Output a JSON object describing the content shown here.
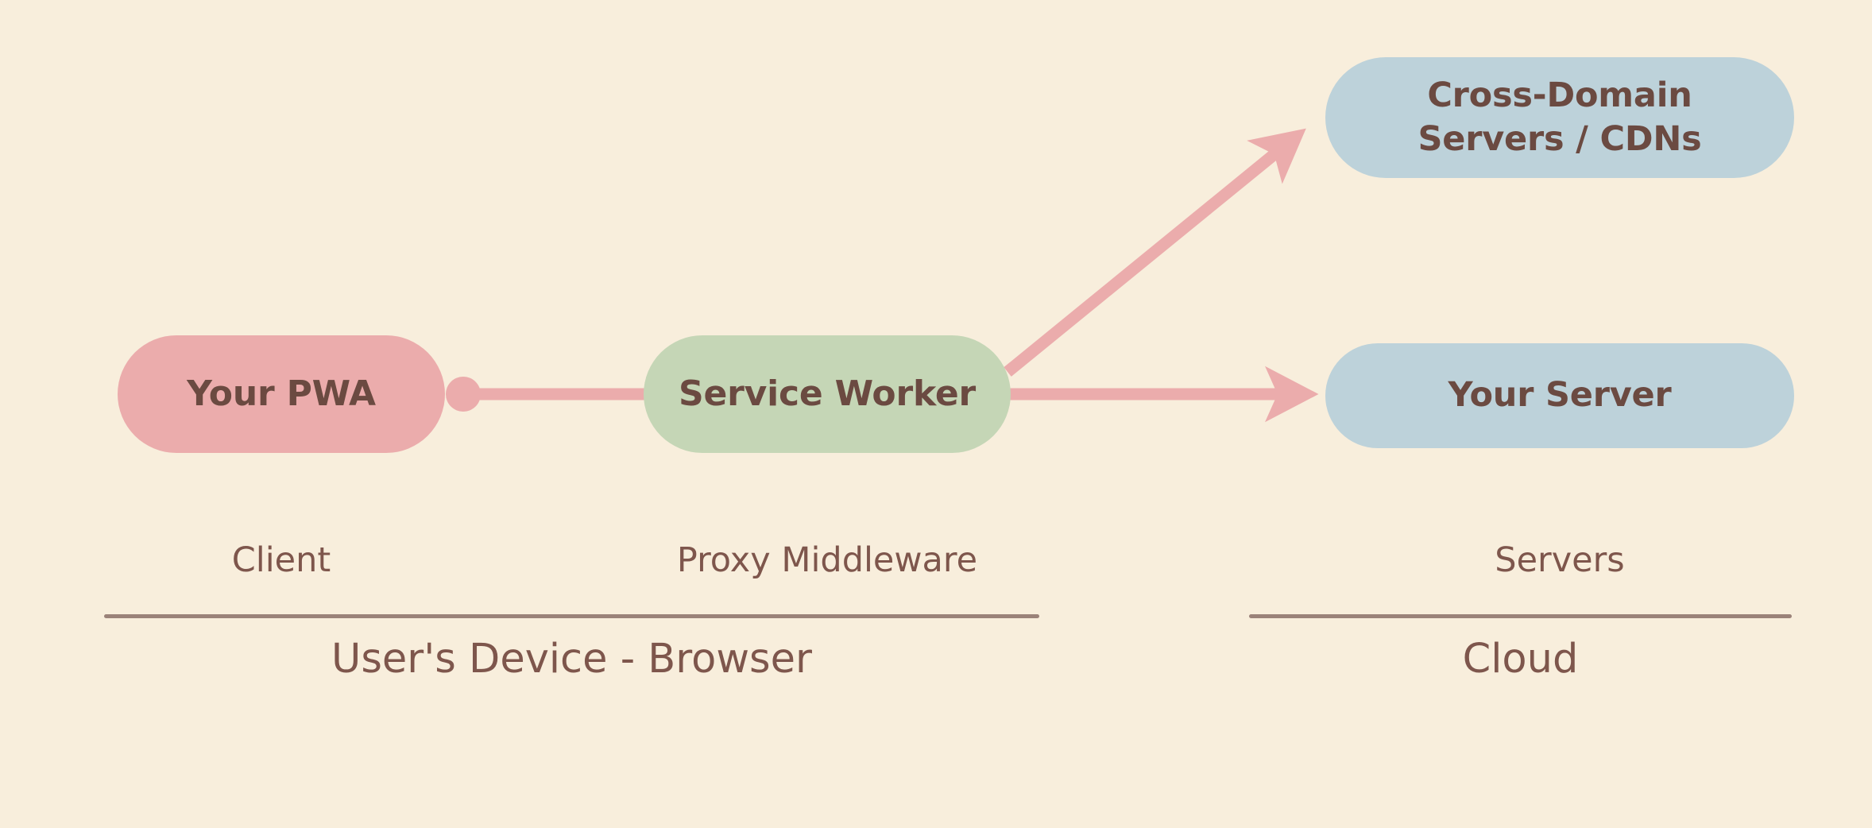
{
  "diagram": {
    "background_color": "#F8EEDC",
    "text_color": "#6B4A41",
    "caption_color": "#7E564C",
    "divider_color": "#9B8279",
    "edge_color": "#EBACAC"
  },
  "nodes": {
    "pwa": {
      "label": "Your PWA",
      "fill": "#EBACAC"
    },
    "service_worker": {
      "label": "Service Worker",
      "fill": "#C5D6B6"
    },
    "cross_domain": {
      "label": "Cross-Domain\nServers / CDNs",
      "fill": "#BDD2DA"
    },
    "your_server": {
      "label": "Your Server",
      "fill": "#BDD2DA"
    }
  },
  "captions": {
    "client": "Client",
    "proxy_middleware": "Proxy Middleware",
    "servers": "Servers",
    "users_device": "User's Device - Browser",
    "cloud": "Cloud"
  },
  "edges": [
    {
      "from": "pwa",
      "to": "service_worker",
      "style": "dot-to-line"
    },
    {
      "from": "service_worker",
      "to": "your_server",
      "style": "arrow"
    },
    {
      "from": "service_worker",
      "to": "cross_domain",
      "style": "arrow"
    }
  ]
}
